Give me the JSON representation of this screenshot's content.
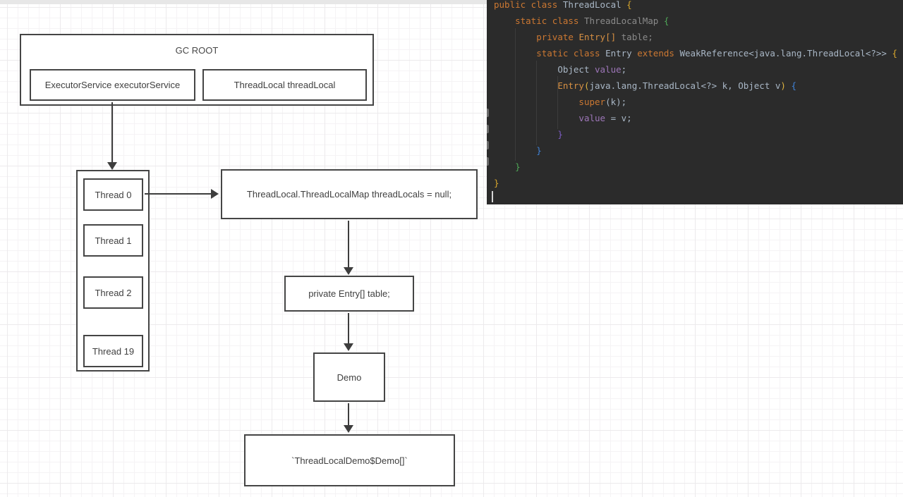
{
  "diagram": {
    "gc_root": {
      "title": "GC ROOT",
      "executor_label": "ExecutorService executorService",
      "threadlocal_label": "ThreadLocal threadLocal"
    },
    "threads": {
      "items": [
        "Thread 0",
        "Thread 1",
        "Thread 2",
        "Thread 19"
      ]
    },
    "map_box_label": "ThreadLocal.ThreadLocalMap threadLocals = null;",
    "table_box_label": "private Entry[] table;",
    "demo_box_label": "Demo",
    "array_box_label": "`ThreadLocalDemo$Demo[]`"
  },
  "editor": {
    "background": "#2b2b2b",
    "token_colors": {
      "kw": "#CC7832",
      "id": "#A9B7C6",
      "gray": "#8A8A8A",
      "field": "#9D76B8",
      "ctor": "#D79043",
      "bry": "#D9A72C",
      "brg": "#4FA757",
      "brb": "#4083D8",
      "brp": "#7E5CC5",
      "pary": "#E0B440"
    },
    "lines": [
      [
        [
          "kw",
          "public class "
        ],
        [
          "id",
          "ThreadLocal "
        ],
        [
          "bry",
          "{"
        ]
      ],
      [
        [
          "id",
          "    "
        ],
        [
          "kw",
          "static class "
        ],
        [
          "gray",
          "ThreadLocalMap "
        ],
        [
          "brg",
          "{"
        ]
      ],
      [
        [
          "id",
          "        "
        ],
        [
          "kw",
          "private "
        ],
        [
          "ctor",
          "Entry[] "
        ],
        [
          "gray",
          "table;"
        ]
      ],
      [
        [
          "id",
          "        "
        ],
        [
          "kw",
          "static class "
        ],
        [
          "id",
          "Entry "
        ],
        [
          "kw",
          "extends "
        ],
        [
          "id",
          "WeakReference<java.lang.ThreadLocal<?>> "
        ],
        [
          "bry",
          "{"
        ]
      ],
      [
        [
          "id",
          "            "
        ],
        [
          "id",
          "Object "
        ],
        [
          "field",
          "value"
        ],
        [
          "id",
          ";"
        ]
      ],
      [
        [
          "id",
          "            "
        ],
        [
          "ctor",
          "Entry"
        ],
        [
          "pary",
          "("
        ],
        [
          "id",
          "java.lang.ThreadLocal<?> k, Object v"
        ],
        [
          "pary",
          ")"
        ],
        [
          "id",
          " "
        ],
        [
          "brb",
          "{"
        ]
      ],
      [
        [
          "id",
          "                "
        ],
        [
          "kw",
          "super"
        ],
        [
          "id",
          "(k);"
        ]
      ],
      [
        [
          "id",
          "                "
        ],
        [
          "field",
          "value"
        ],
        [
          "id",
          " = v;"
        ]
      ],
      [
        [
          "id",
          "            "
        ],
        [
          "brp",
          "}"
        ]
      ],
      [
        [
          "id",
          "        "
        ],
        [
          "brb",
          "}"
        ]
      ],
      [
        [
          "id",
          "    "
        ],
        [
          "brg",
          "}"
        ]
      ],
      [
        [
          "bry",
          "}"
        ]
      ]
    ]
  }
}
